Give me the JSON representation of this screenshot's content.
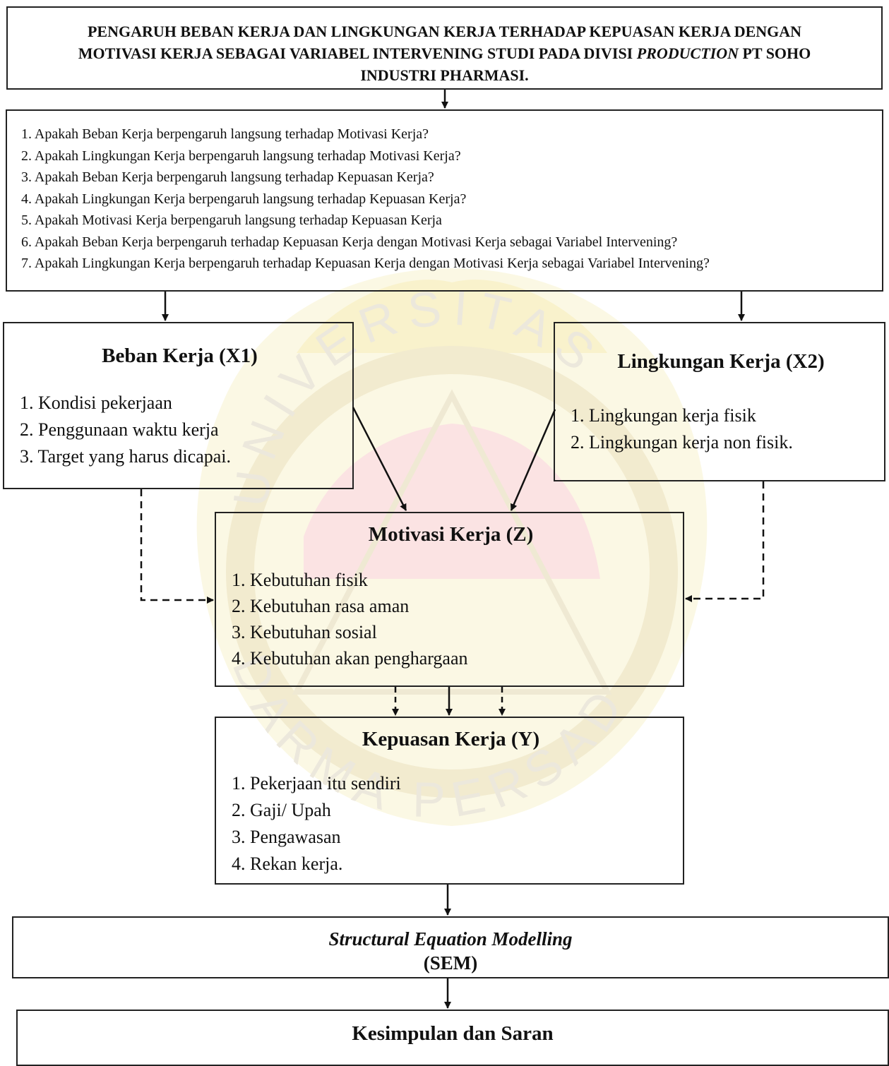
{
  "title": {
    "line1": "PENGARUH BEBAN KERJA DAN LINGKUNGAN KERJA TERHADAP KEPUASAN KERJA DENGAN",
    "line2_a": "MOTIVASI KERJA SEBAGAI VARIABEL INTERVENING STUDI PADA DIVISI ",
    "line2_italic": "PRODUCTION",
    "line2_b": " PT SOHO",
    "line3": "INDUSTRI PHARMASI."
  },
  "research_questions": [
    "1. Apakah Beban Kerja berpengaruh langsung terhadap Motivasi Kerja?",
    "2. Apakah Lingkungan Kerja berpengaruh langsung terhadap Motivasi Kerja?",
    "3. Apakah Beban Kerja berpengaruh langsung terhadap Kepuasan Kerja?",
    "4. Apakah Lingkungan Kerja berpengaruh langsung terhadap Kepuasan Kerja?",
    "5. Apakah Motivasi Kerja berpengaruh langsung terhadap Kepuasan Kerja",
    "6. Apakah Beban Kerja berpengaruh terhadap Kepuasan Kerja dengan Motivasi Kerja sebagai Variabel Intervening?",
    "7. Apakah Lingkungan Kerja berpengaruh terhadap Kepuasan Kerja dengan Motivasi Kerja sebagai Variabel Intervening?"
  ],
  "beban_kerja": {
    "title": "Beban Kerja (X1)",
    "items": [
      "1. Kondisi pekerjaan",
      "2. Penggunaan waktu kerja",
      "3. Target yang harus dicapai."
    ]
  },
  "lingkungan_kerja": {
    "title": "Lingkungan Kerja (X2)",
    "items": [
      "1. Lingkungan kerja fisik",
      "2. Lingkungan kerja non fisik."
    ]
  },
  "motivasi_kerja": {
    "title": "Motivasi Kerja (Z)",
    "items": [
      "1. Kebutuhan fisik",
      "2. Kebutuhan rasa aman",
      "3. Kebutuhan sosial",
      "4. Kebutuhan akan penghargaan"
    ]
  },
  "kepuasan_kerja": {
    "title": "Kepuasan Kerja (Y)",
    "items": [
      "1. Pekerjaan itu sendiri",
      "2. Gaji/ Upah",
      "3. Pengawasan",
      "4. Rekan kerja."
    ]
  },
  "sem": {
    "line1": "Structural Equation Modelling",
    "line2": "(SEM)"
  },
  "conclusion": {
    "title": "Kesimpulan dan Saran"
  },
  "watermark": {
    "top_text": "UNIVERSITAS",
    "bottom_text": "DARMA PERSADA"
  }
}
